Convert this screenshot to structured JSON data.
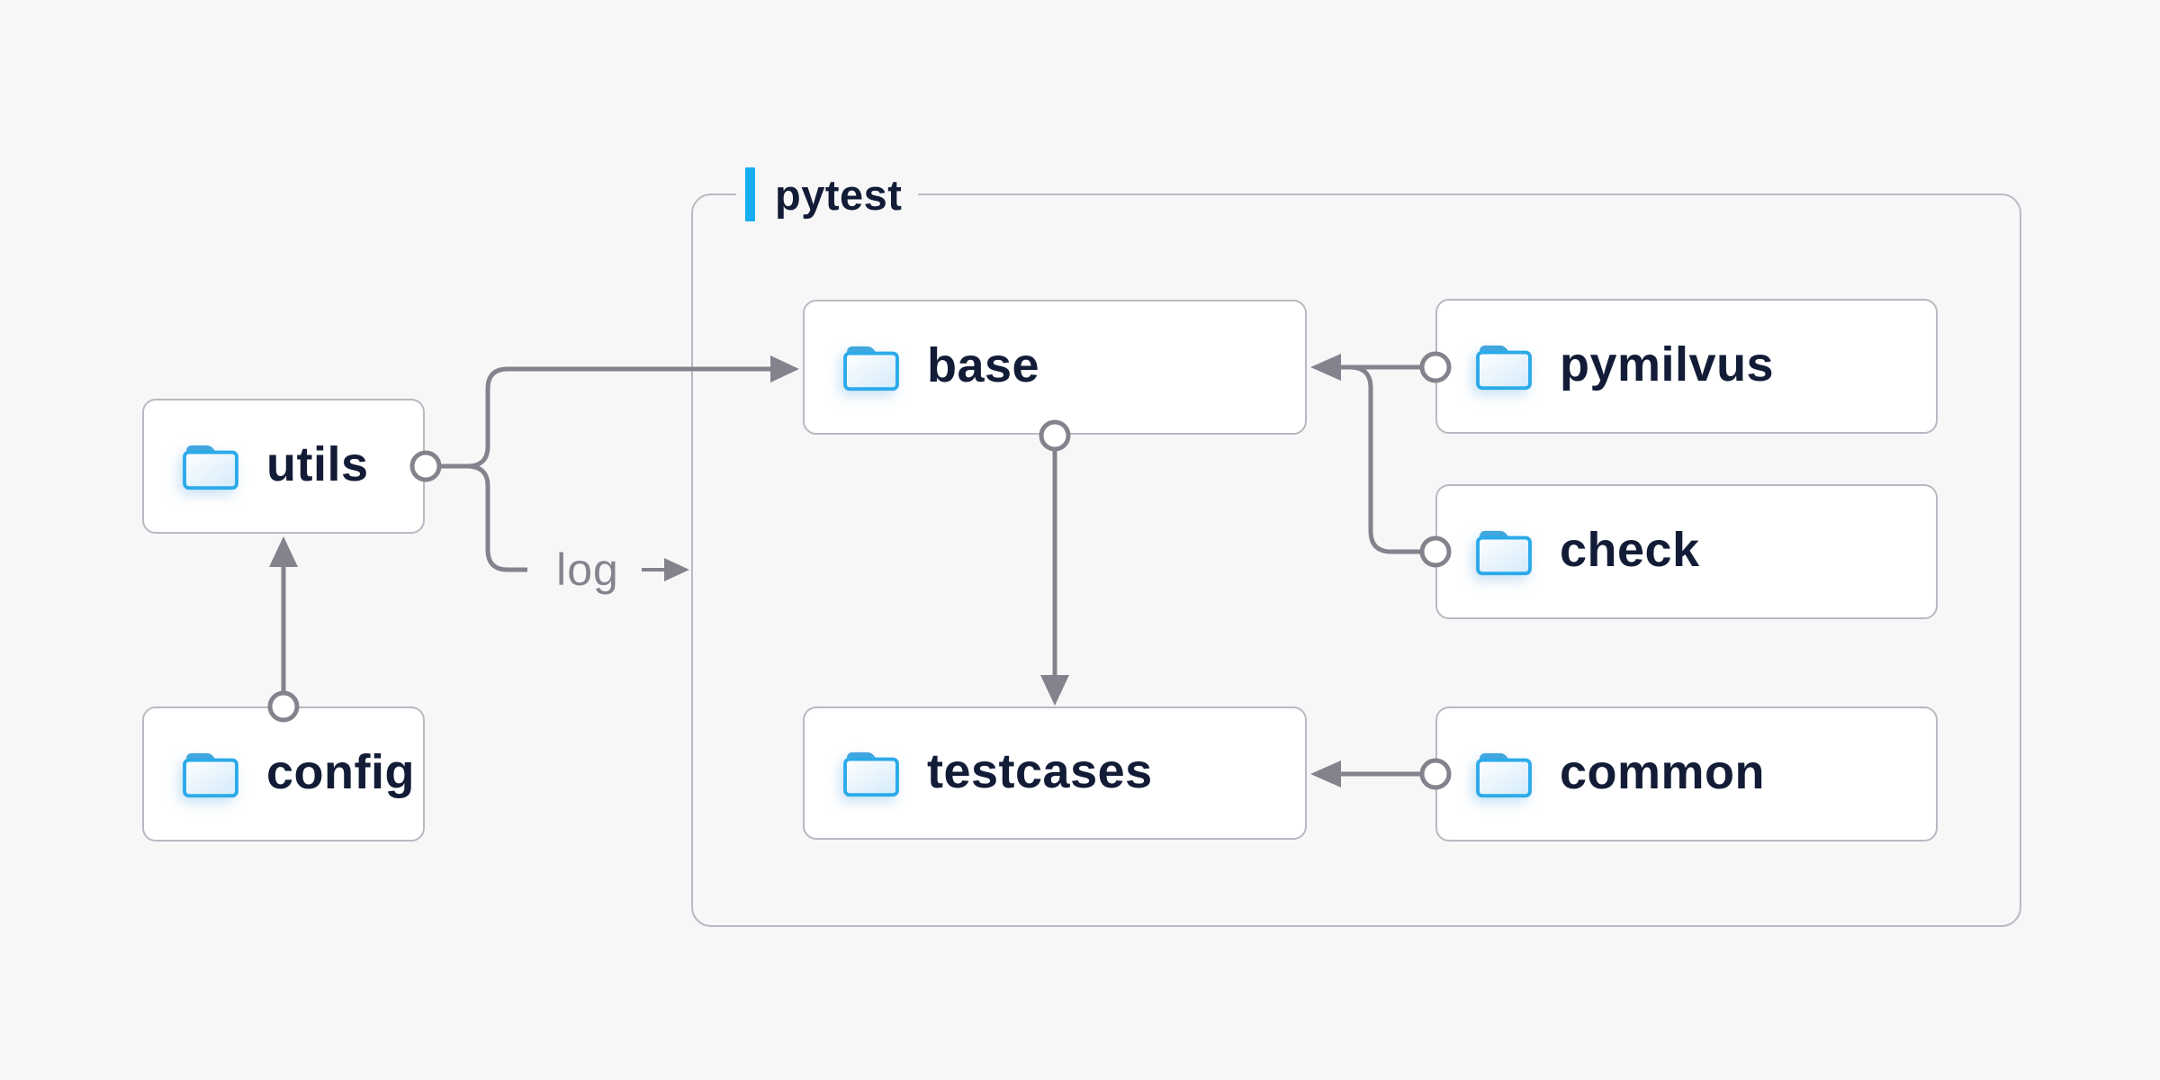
{
  "colors": {
    "background": "#f7f7f8",
    "box_background": "#ffffff",
    "box_border": "#b9b9c3",
    "connector": "#83838d",
    "label_text": "#121c36",
    "group_accent_bar": "#16aef1",
    "folder_outline": "#2baae9",
    "folder_tab": "#42a6de",
    "edge_label_text": "#84848e"
  },
  "group": {
    "label": "pytest"
  },
  "nodes": {
    "utils": {
      "label": "utils",
      "icon": "folder-icon"
    },
    "config": {
      "label": "config",
      "icon": "folder-icon"
    },
    "base": {
      "label": "base",
      "icon": "folder-icon"
    },
    "pymilvus": {
      "label": "pymilvus",
      "icon": "folder-icon"
    },
    "check": {
      "label": "check",
      "icon": "folder-icon"
    },
    "testcases": {
      "label": "testcases",
      "icon": "folder-icon"
    },
    "common": {
      "label": "common",
      "icon": "folder-icon"
    }
  },
  "edges": [
    {
      "from": "config",
      "to": "utils",
      "label": ""
    },
    {
      "from": "utils",
      "to": "base",
      "label": ""
    },
    {
      "from": "utils",
      "to": "pytest-group",
      "label": "log"
    },
    {
      "from": "pymilvus",
      "to": "base",
      "label": ""
    },
    {
      "from": "check",
      "to": "base",
      "label": ""
    },
    {
      "from": "base",
      "to": "testcases",
      "label": ""
    },
    {
      "from": "common",
      "to": "testcases",
      "label": ""
    }
  ]
}
